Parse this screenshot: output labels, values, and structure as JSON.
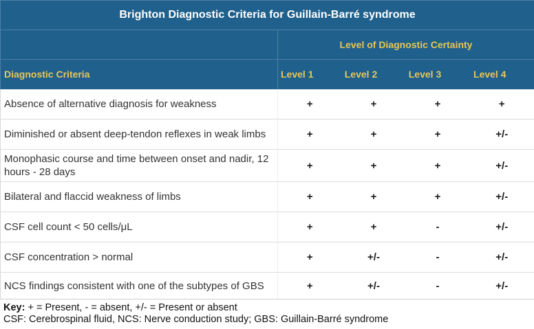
{
  "title": "Brighton Diagnostic Criteria for Guillain-Barré syndrome",
  "header": {
    "group_label": "Level of Diagnostic Certainty",
    "criteria_label": "Diagnostic Criteria",
    "levels": [
      "Level 1",
      "Level 2",
      "Level 3",
      "Level 4"
    ]
  },
  "rows": [
    {
      "criteria": "Absence of alternative diagnosis for weakness",
      "marks": [
        "+",
        "+",
        "+",
        "+"
      ]
    },
    {
      "criteria": "Diminished or absent deep-tendon reflexes in weak limbs",
      "marks": [
        "+",
        "+",
        "+",
        "+/-"
      ]
    },
    {
      "criteria": "Monophasic course and time between onset and nadir, 12 hours - 28 days",
      "marks": [
        "+",
        "+",
        "+",
        "+/-"
      ]
    },
    {
      "criteria": "Bilateral and flaccid weakness of limbs",
      "marks": [
        "+",
        "+",
        "+",
        "+/-"
      ]
    },
    {
      "criteria": "CSF cell count < 50 cells/μL",
      "marks": [
        "+",
        "+",
        "-",
        "+/-"
      ]
    },
    {
      "criteria": "CSF concentration > normal",
      "marks": [
        "+",
        "+/-",
        "-",
        "+/-"
      ]
    },
    {
      "criteria": "NCS findings consistent with one of the subtypes of GBS",
      "marks": [
        "+",
        "+/-",
        "-",
        "+/-"
      ]
    }
  ],
  "footer": {
    "key_label": "Key:",
    "key_text": " + = Present, - = absent, +/- = Present or absent",
    "abbreviations": "CSF: Cerebrospinal fluid, NCS: Nerve conduction study; GBS: Guillain-Barré syndrome"
  },
  "colors": {
    "header_blue": "#20608c",
    "header_grid_blue": "#4e80a8",
    "header_yellow": "#e9c657",
    "title_text": "#ffffff",
    "body_text": "#333333",
    "row_separator": "#dcdcdc"
  }
}
